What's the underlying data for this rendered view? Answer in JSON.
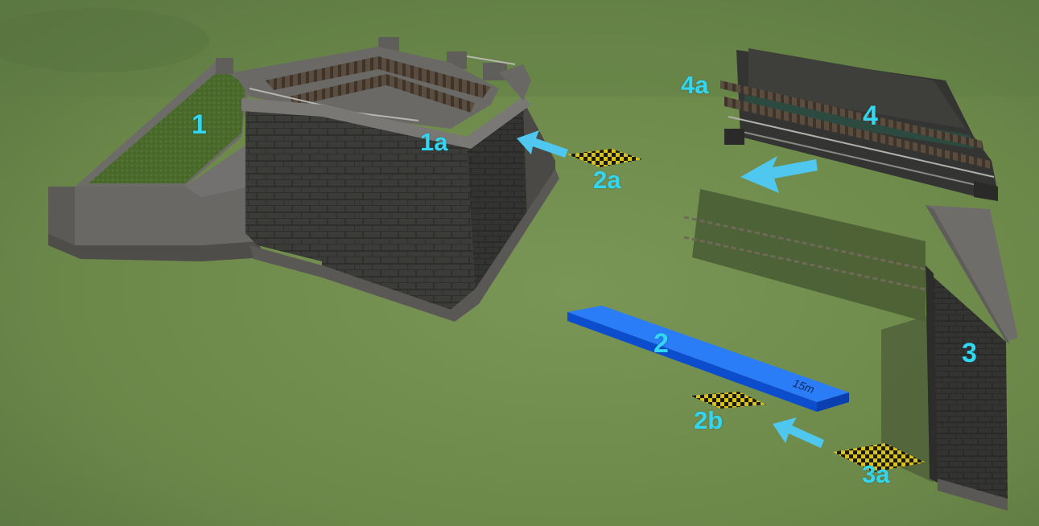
{
  "colors": {
    "ground": "#6f8c4c",
    "ground_dark": "#55703a",
    "label": "#33d6f0",
    "arrow": "#4fc7ef",
    "blue_part": "#1561f0",
    "stone": "#3a3a38",
    "concrete": "#6b6966",
    "grass": "#4c6b2e",
    "checker_a": "#1a1a10",
    "checker_b": "#d9c21a"
  },
  "labels": {
    "l1": "1",
    "l1a": "1a",
    "l2": "2",
    "l2a": "2a",
    "l2b": "2b",
    "l3": "3",
    "l3a": "3a",
    "l4": "4",
    "l4a": "4a"
  },
  "part2": {
    "length_mark": "15m"
  },
  "icons": {
    "arrow_1a": "arrow-left-icon",
    "arrow_4": "arrow-down-left-icon",
    "arrow_2b": "arrow-up-left-icon"
  }
}
